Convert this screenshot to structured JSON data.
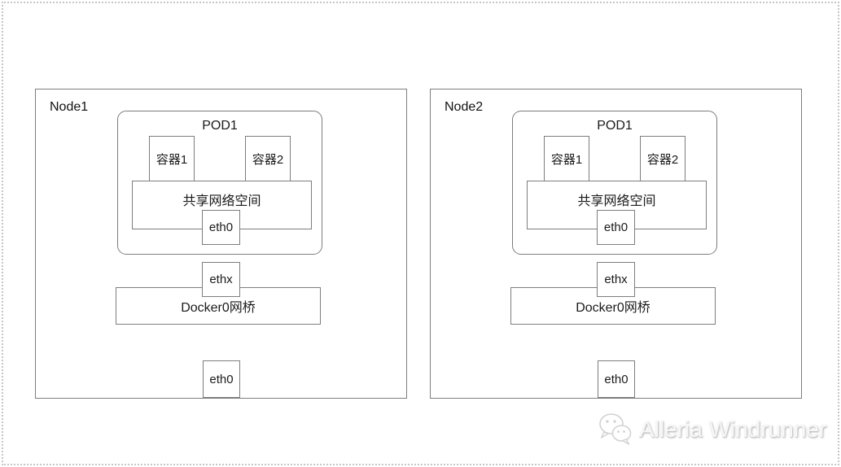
{
  "diagram": {
    "nodes": [
      {
        "label": "Node1",
        "pod": {
          "label": "POD1",
          "container1": "容器1",
          "container2": "容器2",
          "shared_network": "共享网络空间",
          "eth0": "eth0"
        },
        "ethx": "ethx",
        "bridge": "Docker0网桥",
        "eth0": "eth0"
      },
      {
        "label": "Node2",
        "pod": {
          "label": "POD1",
          "container1": "容器1",
          "container2": "容器2",
          "shared_network": "共享网络空间",
          "eth0": "eth0"
        },
        "ethx": "ethx",
        "bridge": "Docker0网桥",
        "eth0": "eth0"
      }
    ]
  },
  "watermark": {
    "icon": "wechat-icon",
    "text": "Alleria Windrunner"
  },
  "colors": {
    "box_border": "#7d7d7d",
    "page_dotted_border": "#c6c6c6",
    "text": "#1a1a1a",
    "watermark": "#e9e9e9"
  }
}
